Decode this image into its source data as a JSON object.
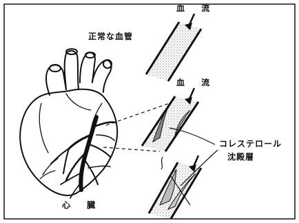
{
  "labels": {
    "normal_vessel": "正常な血管",
    "blood_flow_top": "血 流",
    "blood_flow_mid": "血 流",
    "cholesterol": "コレステロール",
    "deposit_layer": "沈殿層",
    "heart": "心 臓"
  },
  "colors": {
    "ink": "#111111",
    "paper": "#ffffff"
  }
}
